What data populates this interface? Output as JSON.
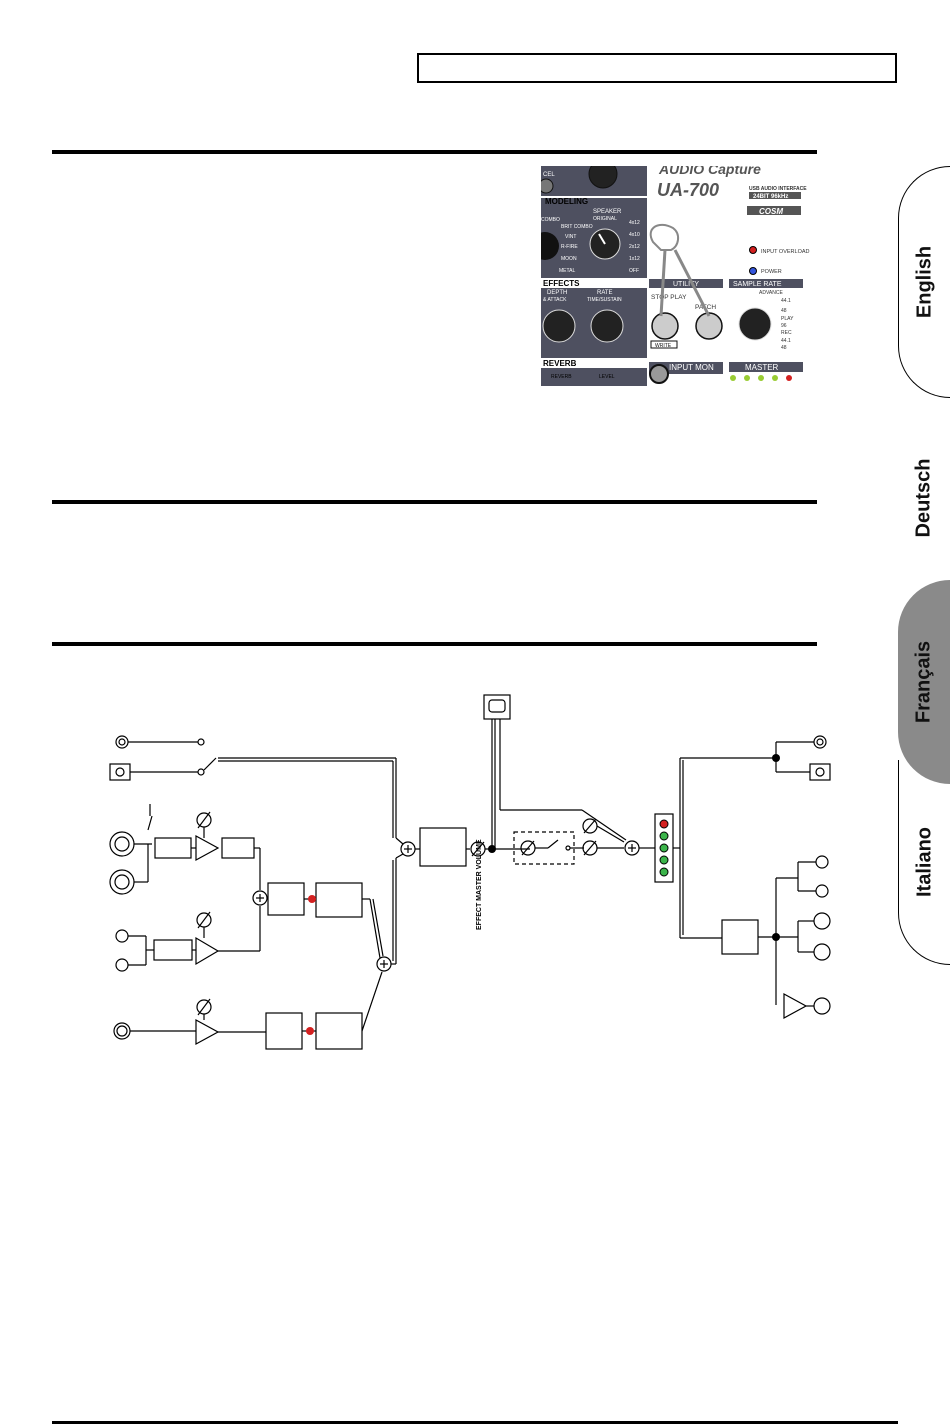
{
  "tabs": [
    {
      "label": "English",
      "active": false
    },
    {
      "label": "Deutsch",
      "active": false
    },
    {
      "label": "Français",
      "active": true
    },
    {
      "label": "Italiano",
      "active": false
    }
  ],
  "panel": {
    "brand": "AUDIO Capture",
    "model": "UA-700",
    "subtitle": "USB AUDIO INTERFACE",
    "spec": "24BIT 96kHz",
    "badge": "COSM",
    "sections": {
      "modeling": "MODELING",
      "speaker": "SPEAKER",
      "effects": "EFFECTS",
      "depth": "DEPTH",
      "depth_sub": "& ATTACK",
      "rate": "RATE",
      "rate_sub": "TIME/SUSTAIN",
      "reverb": "REVERB",
      "reverb_sub": "REVERB",
      "level": "LEVEL",
      "utility": "UTILITY",
      "sample_rate": "SAMPLE RATE",
      "advance": "ADVANCE",
      "input_mon": "INPUT MON",
      "master": "MASTER"
    },
    "amp_types": [
      "COMBO",
      "BRIT COMBO",
      "VINT",
      "R-FIRE",
      "MOON",
      "METAL"
    ],
    "speaker_types": [
      "ORIGINAL",
      "4x12",
      "4x10",
      "2x12",
      "1x12",
      "OFF"
    ],
    "rates": [
      "44.1",
      "48",
      "96",
      "44.1",
      "48"
    ],
    "play_rec": [
      "PLAY",
      "REC"
    ],
    "indicators": {
      "input_overload": "INPUT OVERLOAD",
      "power": "POWER"
    },
    "buttons": {
      "stop_play": "STOP PLAY",
      "patch": "PATCH",
      "write": "WRITE"
    },
    "partial": {
      "top_left": "CEL"
    }
  },
  "diagram": {
    "effect_master_label": "EFFECT MASTER VOLUME",
    "meter_colors": [
      "#d32020",
      "#3cb44b",
      "#3cb44b",
      "#3cb44b",
      "#3cb44b"
    ],
    "dot_color": "#d32020"
  }
}
